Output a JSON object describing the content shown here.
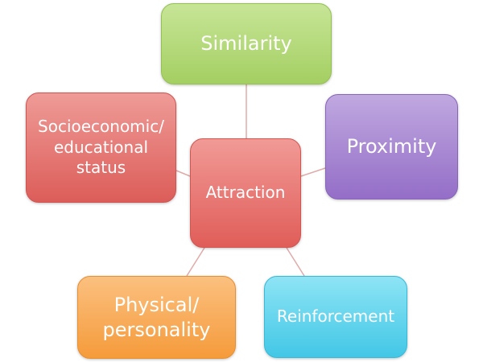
{
  "diagram": {
    "center": {
      "label": "Attraction",
      "color": "#e05d59"
    },
    "nodes": [
      {
        "label": "Similarity",
        "color": "#a4cf62"
      },
      {
        "label": "Socioeconomic/\neducational\nstatus",
        "color": "#dc5d59"
      },
      {
        "label": "Proximity",
        "color": "#946ec7"
      },
      {
        "label": "Physical/\npersonality",
        "color": "#f59b3b"
      },
      {
        "label": "Reinforcement",
        "color": "#42c7e6"
      }
    ],
    "connector_color": "#e1aaa8"
  }
}
